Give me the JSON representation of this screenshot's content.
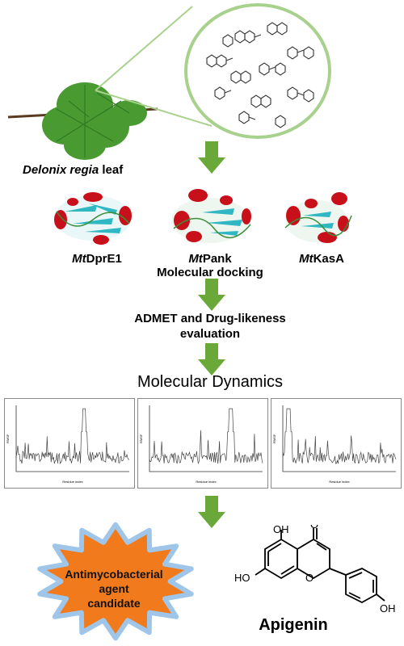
{
  "plant": {
    "species": "Delonix regia",
    "part": "leaf"
  },
  "proteins": [
    {
      "prefix": "Mt",
      "name": "DprE1"
    },
    {
      "prefix": "Mt",
      "name": "Pank"
    },
    {
      "prefix": "Mt",
      "name": "KasA"
    }
  ],
  "steps": {
    "docking": "Molecular docking",
    "admet_line1": "ADMET and Drug-likeness",
    "admet_line2": "evaluation",
    "md": "Molecular Dynamics"
  },
  "rmsf_panels": {
    "ylabel": "RMSF",
    "xlabel": "Residue index"
  },
  "result": {
    "agent_line1": "Antimycobacterial agent",
    "agent_line2": "candidate",
    "compound": "Apigenin"
  },
  "structure_labels": {
    "oh_top": "OH",
    "o_top": "O",
    "ho_left": "HO",
    "oh_right": "OH"
  },
  "colors": {
    "arrow_green": "#6aa83a",
    "star_orange": "#f07a1c",
    "star_glow": "#9fc6e8",
    "circle_green": "#a9d18e",
    "helix_red": "#c8101a",
    "sheet_cyan": "#2fb8c4"
  }
}
